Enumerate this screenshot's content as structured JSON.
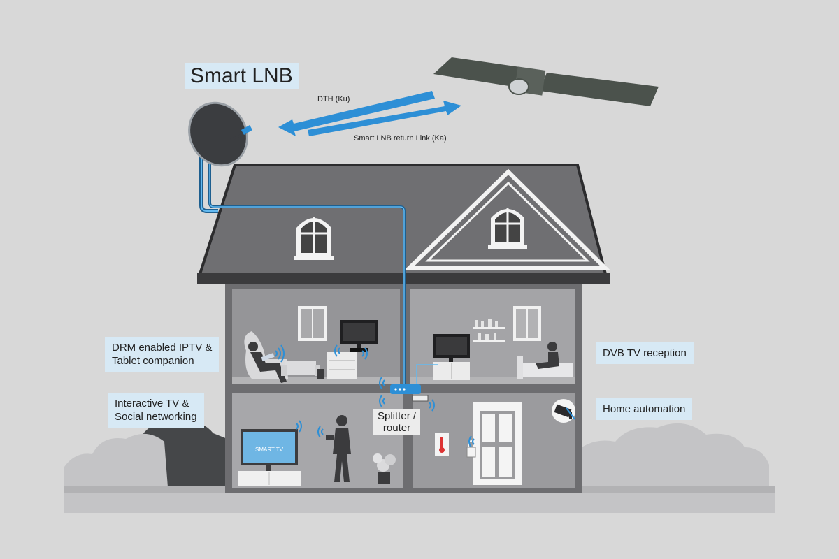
{
  "title": "Smart LNB",
  "links": {
    "downlink": "DTH (Ku)",
    "uplink": "Smart LNB return Link (Ka)"
  },
  "callouts": {
    "iptv": [
      "DRM enabled IPTV &",
      "Tablet companion"
    ],
    "interactive": [
      "Interactive TV &",
      "Social networking"
    ],
    "dvb": [
      "DVB TV reception"
    ],
    "automation": [
      "Home automation"
    ]
  },
  "devices": {
    "router": [
      "Splitter /",
      "router"
    ],
    "smart_tv": "SMART TV"
  },
  "colors": {
    "background": "#d8d8d8",
    "roof": "#6f6f72",
    "wall": "#a7a7a9",
    "interior": "#949497",
    "accent": "#2d8fd6",
    "callout": "#d7e9f5",
    "satellite": "#4b524c"
  },
  "icons": [
    "satellite-icon",
    "dish-icon",
    "wifi-icon",
    "camera-icon",
    "thermostat-icon",
    "lock-icon"
  ]
}
